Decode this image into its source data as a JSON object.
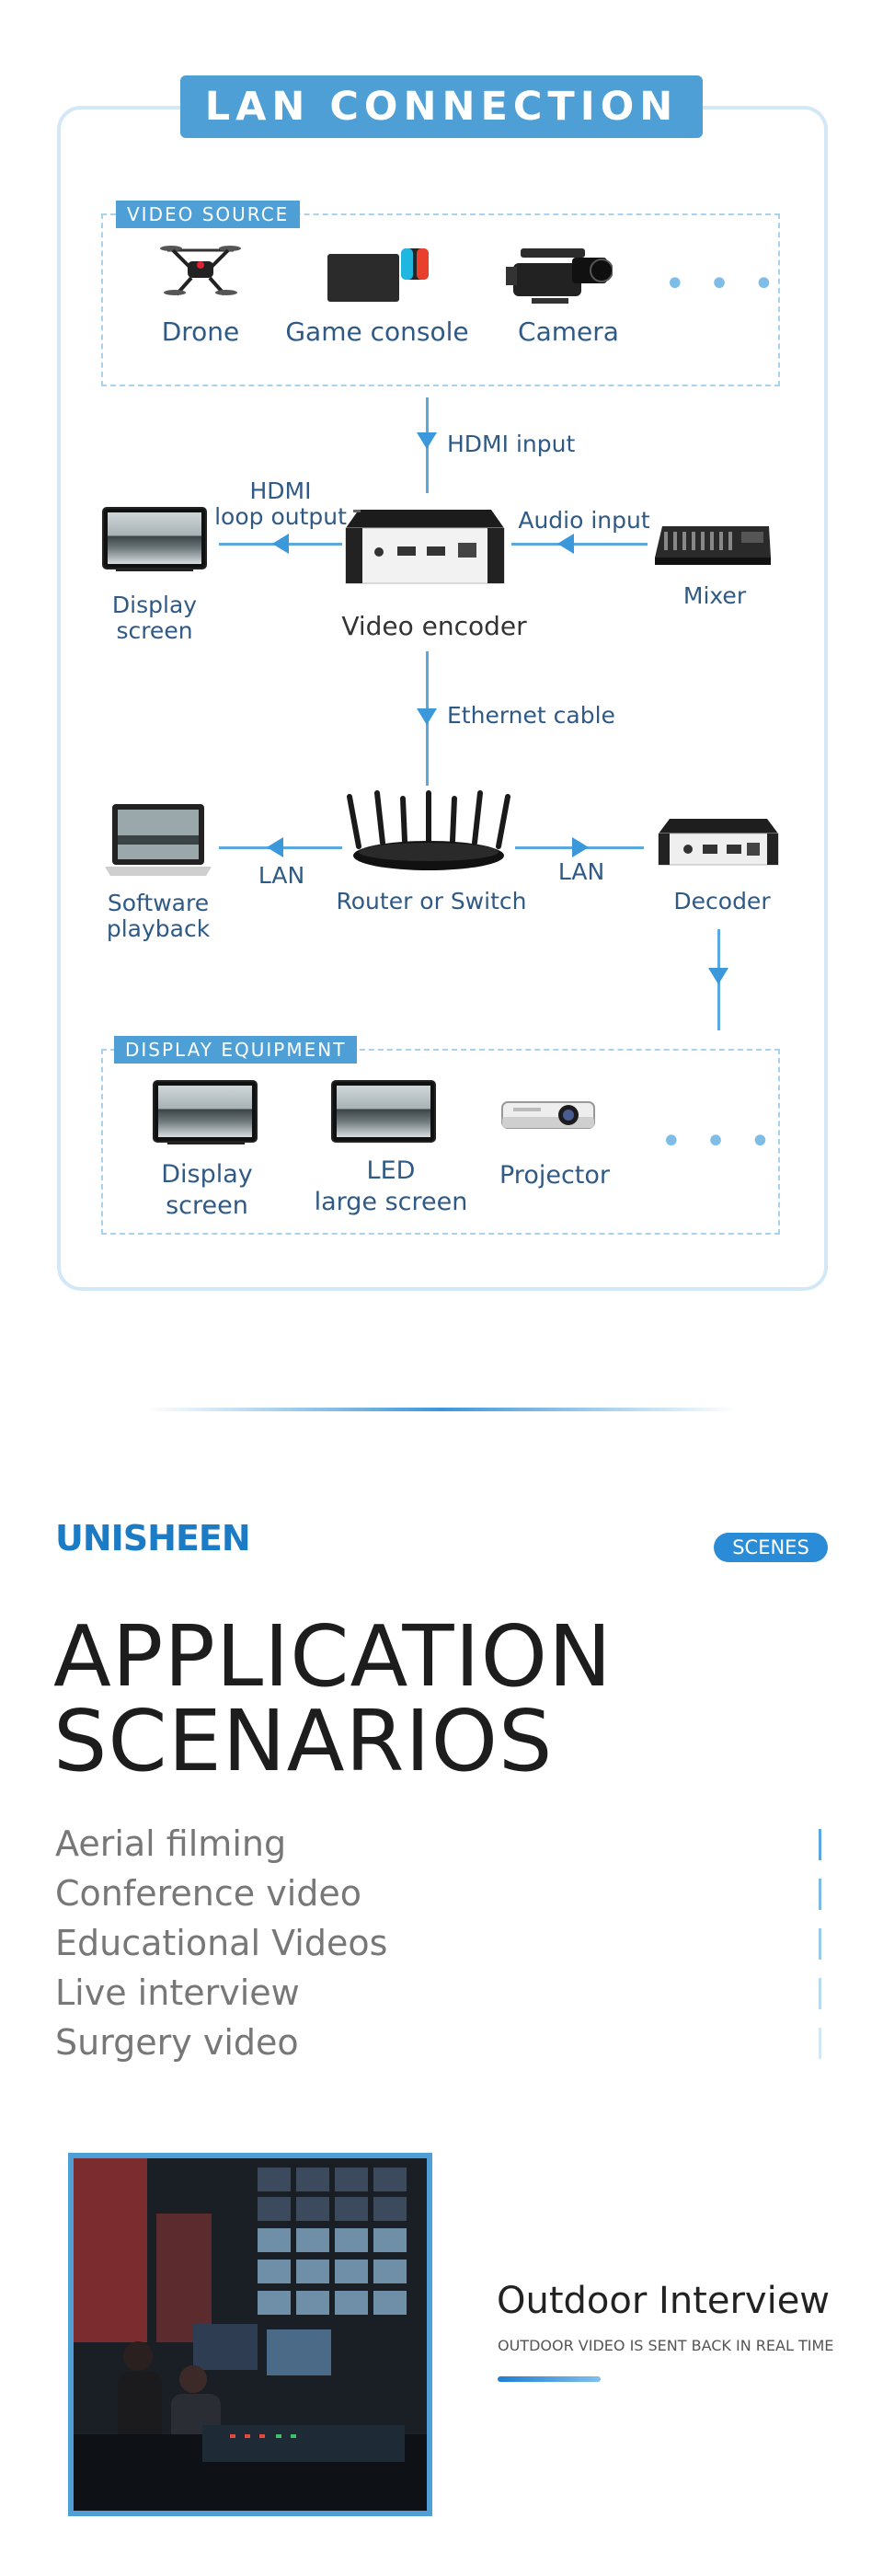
{
  "lan": {
    "title": "LAN CONNECTION",
    "video_source": {
      "tag": "VIDEO SOURCE",
      "items": [
        "Drone",
        "Game console",
        "Camera"
      ],
      "more": "• • •"
    },
    "hdmi_input": "HDMI input",
    "hdmi_loop_output": [
      "HDMI",
      "loop output"
    ],
    "audio_input": "Audio input",
    "display_screen": [
      "Display",
      "screen"
    ],
    "video_encoder": "Video encoder",
    "mixer": "Mixer",
    "ethernet_cable": "Ethernet cable",
    "software_playback": [
      "Software",
      "playback"
    ],
    "lan_left": "LAN",
    "router": "Router or Switch",
    "lan_right": "LAN",
    "decoder": "Decoder",
    "display_equipment": {
      "tag": "DISPLAY EQUIPMENT",
      "display": [
        "Display",
        "screen"
      ],
      "led": [
        "LED",
        "large screen"
      ],
      "projector": "Projector",
      "more": "• • •"
    }
  },
  "scenarios": {
    "brand": "UNISHEEN",
    "badge": "SCENES",
    "title_line1": "APPLICATION",
    "title_line2": "SCENARIOS",
    "items": [
      "Aerial filming",
      "Conference video",
      "Educational Videos",
      "Live interview",
      "Surgery video"
    ],
    "featured_title": "Outdoor Interview",
    "featured_subtitle": "OUTDOOR VIDEO IS SENT BACK IN REAL TIME"
  },
  "colors": {
    "accent": "#4d9fd5",
    "arrow": "#3a98db",
    "text_blue": "#2f5a86",
    "brand": "#1b7bc4"
  },
  "icons": [
    "drone-icon",
    "game-console-icon",
    "camera-icon",
    "tv-icon",
    "encoder-icon",
    "mixer-icon",
    "laptop-icon",
    "router-icon",
    "decoder-icon",
    "projector-icon"
  ]
}
